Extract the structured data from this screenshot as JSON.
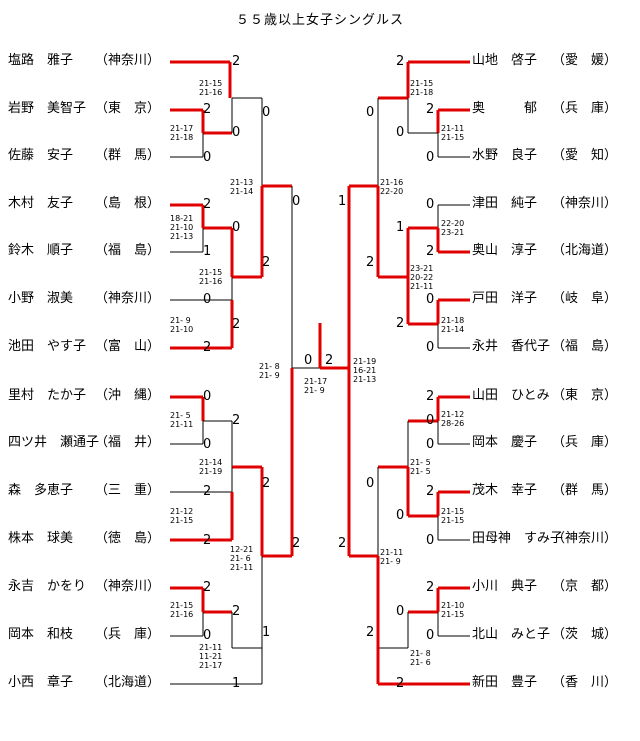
{
  "title": "５５歳以上女子シングルス",
  "left_players": [
    {
      "name": "塩路　雅子",
      "affil": "（神奈川）"
    },
    {
      "name": "岩野　美智子",
      "affil": "（東　京）"
    },
    {
      "name": "佐藤　安子",
      "affil": "（群　馬）"
    },
    {
      "name": "木村　友子",
      "affil": "（島　根）"
    },
    {
      "name": "鈴木　順子",
      "affil": "（福　島）"
    },
    {
      "name": "小野　淑美",
      "affil": "（神奈川）"
    },
    {
      "name": "池田　やす子",
      "affil": "（富　山）"
    },
    {
      "name": "里村　たか子",
      "affil": "（沖　縄）"
    },
    {
      "name": "四ツ井　瀬通子",
      "affil": "（福　井）"
    },
    {
      "name": "森　多恵子",
      "affil": "（三　重）"
    },
    {
      "name": "株本　球美",
      "affil": "（徳　島）"
    },
    {
      "name": "永吉　かをり",
      "affil": "（神奈川）"
    },
    {
      "name": "岡本　和枝",
      "affil": "（兵　庫）"
    },
    {
      "name": "小西　章子",
      "affil": "（北海道）"
    }
  ],
  "right_players": [
    {
      "name": "山地　啓子",
      "affil": "（愛　媛）"
    },
    {
      "name": "奥　　　郁",
      "affil": "（兵　庫）"
    },
    {
      "name": "水野　良子",
      "affil": "（愛　知）"
    },
    {
      "name": "津田　純子",
      "affil": "（神奈川）"
    },
    {
      "name": "奥山　淳子",
      "affil": "（北海道）"
    },
    {
      "name": "戸田　洋子",
      "affil": "（岐　阜）"
    },
    {
      "name": "永井　香代子",
      "affil": "（福　島）"
    },
    {
      "name": "山田　ひとみ",
      "affil": "（東　京）"
    },
    {
      "name": "岡本　慶子",
      "affil": "（兵　庫）"
    },
    {
      "name": "茂木　幸子",
      "affil": "（群　馬）"
    },
    {
      "name": "田母神　すみ子",
      "affil": "（神奈川）"
    },
    {
      "name": "小川　典子",
      "affil": "（京　都）"
    },
    {
      "name": "北山　みと子",
      "affil": "（茨　城）"
    },
    {
      "name": "新田　豊子",
      "affil": "（香　川）"
    }
  ],
  "scores": {
    "l_r1": [
      "2",
      "2",
      "0",
      "2",
      "0",
      "1",
      "0",
      "2",
      "2",
      "0",
      "2",
      "0",
      "2",
      "2",
      "0",
      "1"
    ],
    "l_r2": [
      "0",
      "0",
      "2",
      "2",
      "1"
    ],
    "l_r3": [
      "0",
      "2"
    ],
    "r_r1": [
      "2",
      "2",
      "0",
      "0",
      "2",
      "0",
      "2",
      "0",
      "2",
      "0",
      "2",
      "2",
      "0",
      "2"
    ],
    "r_r2": [
      "0",
      "0",
      "2",
      "0",
      "2",
      "0"
    ],
    "r_r3": [
      "1",
      "2"
    ],
    "final": [
      "0",
      "2"
    ]
  },
  "game_scores": {
    "l_g1": "21-15\n21-16",
    "l_g2": "21-17\n21-18",
    "l_g3": "18-21\n21-10\n21-13",
    "l_g4": "21-15\n21-16",
    "l_g5": "21- 9\n21-10",
    "l_g6": "21-13\n21-14",
    "l_g7": "21- 5\n21-11",
    "l_g8": "21-14\n21-19",
    "l_g9": "21-12\n21-15",
    "l_g10": "21-15\n21-16",
    "l_g11": "21-11\n11-21\n21-17",
    "l_g12": "12-21\n21- 6\n21-11",
    "l_g13": "21- 8\n21- 9",
    "final": "21-17\n21- 9",
    "r_g1": "21-15\n21-18",
    "r_g2": "21-11\n21-15",
    "r_g3": "21-16\n22-20",
    "r_g4": "22-20\n23-21",
    "r_g5": "23-21\n20-22\n21-11",
    "r_g6": "21-18\n21-14",
    "r_g7": "21-12\n28-26",
    "r_g8": "21- 5\n21- 5",
    "r_g9": "21-15\n21-15",
    "r_g10": "21-10\n21-15",
    "r_g11": "21- 8\n21- 6",
    "r_g12": "21-11\n21- 9",
    "r_g13": "21-19\n16-21\n21-13"
  },
  "colors": {
    "win_line": "#e00000",
    "line": "#000000"
  }
}
